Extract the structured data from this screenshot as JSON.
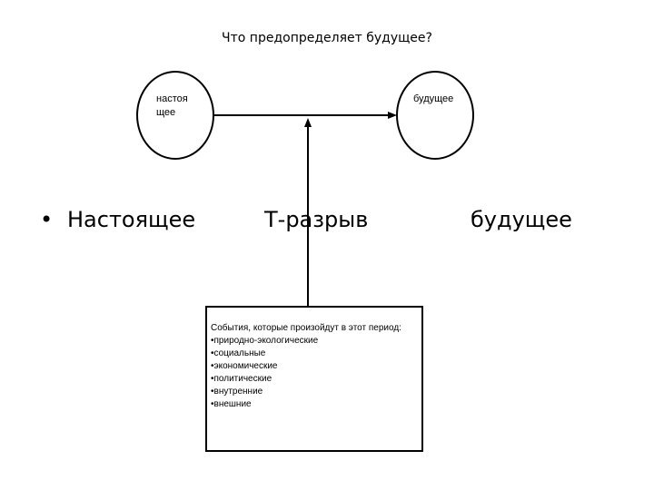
{
  "title": "Что предопределяет будущее?",
  "present_circle": {
    "label_line1": "настоя",
    "label_line2": "щее"
  },
  "future_circle": {
    "label": "будущее"
  },
  "timeline": {
    "bullet": "•",
    "present": "Настоящее",
    "gap": "Т-разрыв",
    "future": "будущее"
  },
  "events_box": {
    "heading": "События, которые произойдут в этот период:",
    "items": [
      "•природно-экологические",
      "•социальные",
      "•экономические",
      "•политические",
      "•внутренние",
      "•внешние"
    ]
  }
}
